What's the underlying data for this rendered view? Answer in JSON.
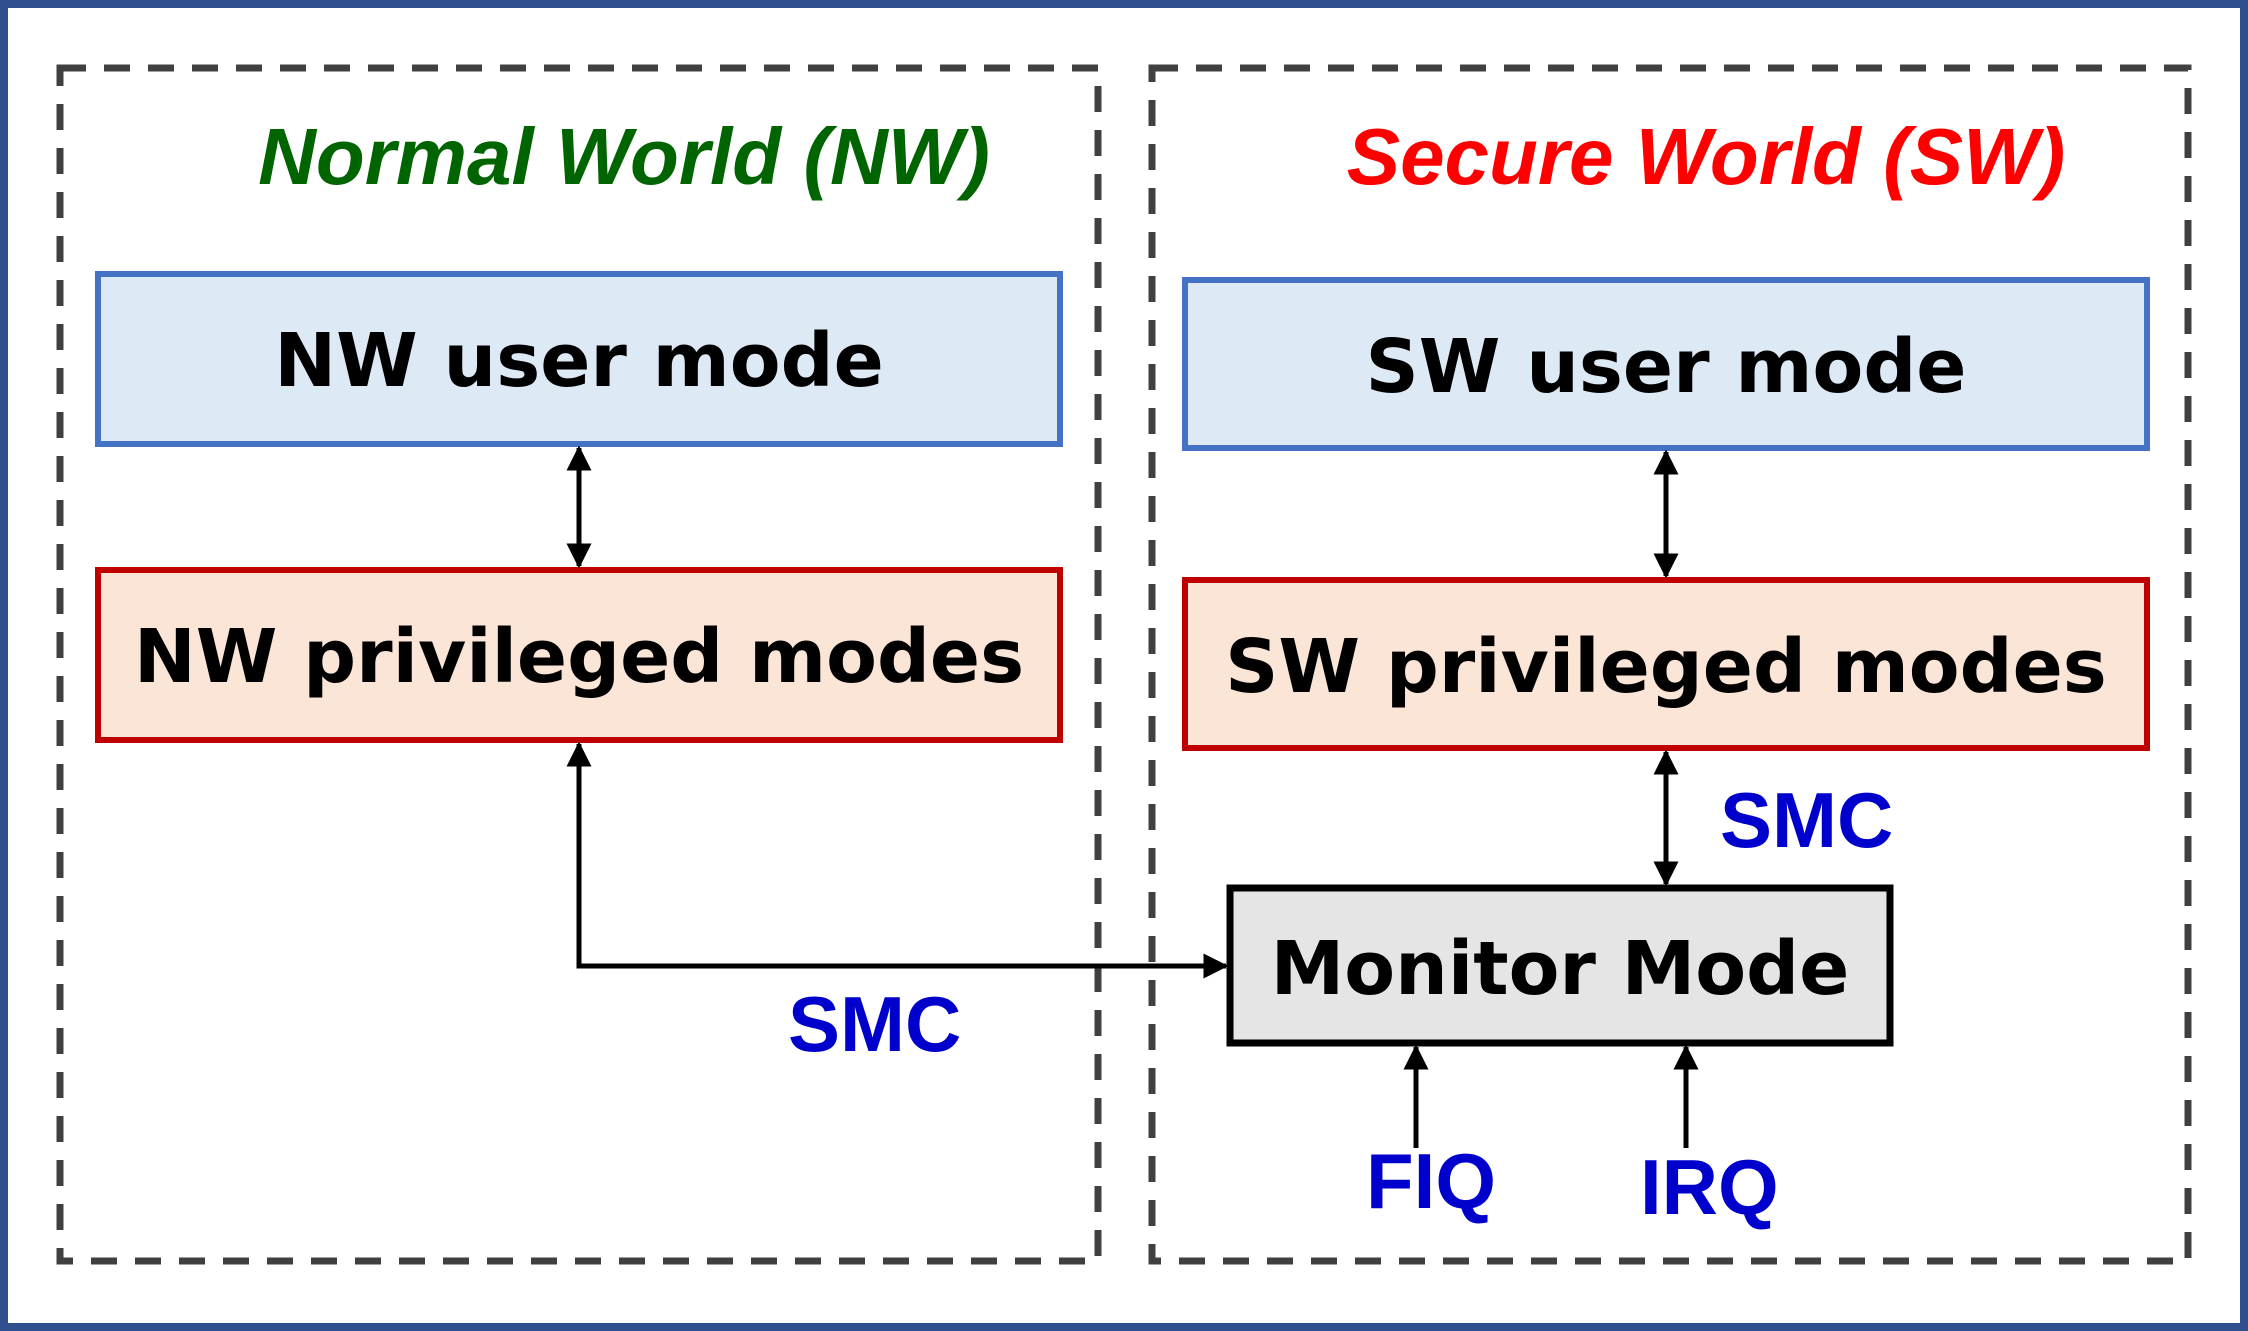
{
  "worlds": {
    "normal": {
      "title": "Normal World (NW)",
      "title_color": "#006400"
    },
    "secure": {
      "title": "Secure World (SW)",
      "title_color": "#ff0000"
    }
  },
  "boxes": {
    "nw_user": "NW user mode",
    "nw_priv": "NW privileged modes",
    "sw_user": "SW user mode",
    "sw_priv": "SW privileged modes",
    "monitor": "Monitor Mode"
  },
  "signals": {
    "smc_sw": "SMC",
    "smc_nw": "SMC",
    "fiq": "FIQ",
    "irq": "IRQ",
    "color": "#0000cc"
  },
  "colors": {
    "frame": "#2f4f8f",
    "user_fill": "#dde9f5",
    "user_border": "#4472c4",
    "priv_fill": "#fbe5d6",
    "priv_border": "#c00000",
    "monitor_fill": "#e5e5e5",
    "monitor_border": "#000000",
    "dash": "#404040"
  }
}
